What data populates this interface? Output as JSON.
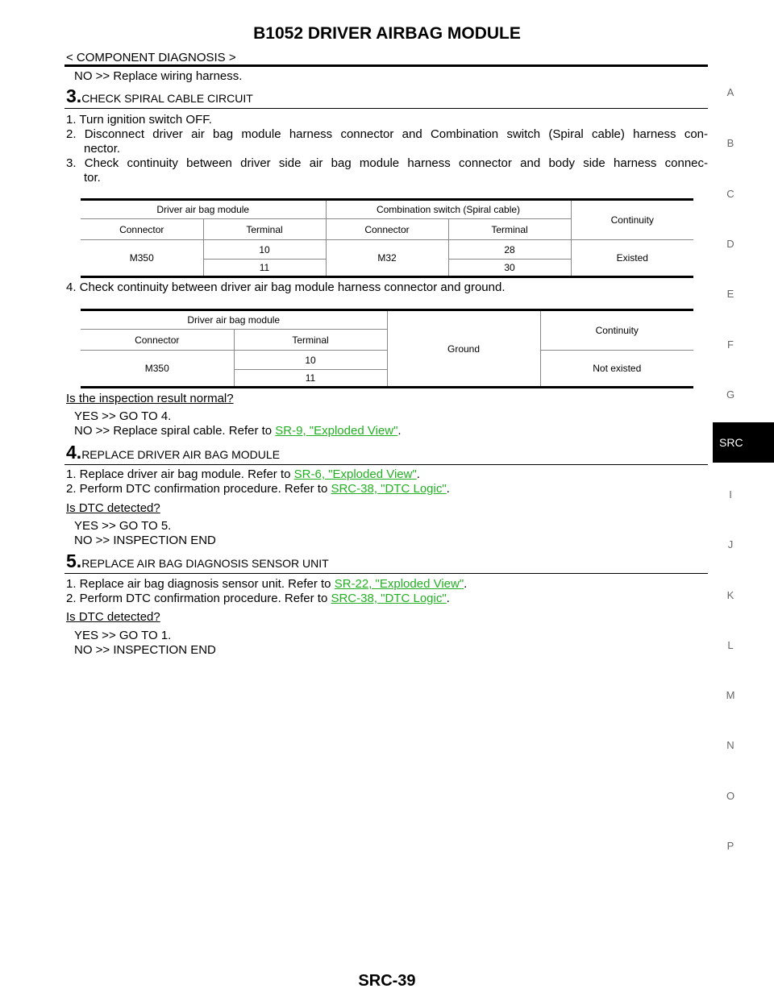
{
  "header": {
    "title": "B1052 DRIVER AIRBAG MODULE",
    "section": "< COMPONENT DIAGNOSIS >"
  },
  "side_tabs": [
    "A",
    "B",
    "C",
    "D",
    "E",
    "F",
    "G",
    "SRC",
    "I",
    "J",
    "K",
    "L",
    "M",
    "N",
    "O",
    "P"
  ],
  "intro_no": "NO     >> Replace wiring harness.",
  "step3": {
    "num": "3.",
    "title": "CHECK SPIRAL CABLE CIRCUIT",
    "items": [
      "1. Turn ignition switch OFF.",
      "2. Disconnect driver air bag module harness connector and Combination switch (Spiral cable) harness con-",
      "nector.",
      "3. Check continuity between driver side air bag module harness connector and body side harness connec-",
      "tor."
    ],
    "table1": {
      "h_module": "Driver air bag module",
      "h_switch": "Combination switch (Spiral cable)",
      "h_continuity": "Continuity",
      "h_connector": "Connector",
      "h_terminal": "Terminal",
      "h_connector2": "Connector",
      "h_terminal2": "Terminal",
      "module_connector": "M350",
      "module_terminals": [
        "10",
        "11"
      ],
      "switch_connector": "M32",
      "switch_terminals": [
        "28",
        "30"
      ],
      "result": "Existed"
    },
    "item4": "4. Check continuity between driver air bag module harness connector and ground.",
    "table2": {
      "h_module": "Driver air bag module",
      "h_connector": "Connector",
      "h_terminal": "Terminal",
      "ground": "Ground",
      "h_continuity": "Continuity",
      "connector": "M350",
      "terminals": [
        "10",
        "11"
      ],
      "result": "Not existed"
    },
    "question": "Is the inspection result normal?",
    "yes": "YES     >> GO TO 4.",
    "no_prefix": "NO      >> Replace spiral cable. Refer to ",
    "no_link": "SR-9, \"Exploded View\"",
    "no_suffix": "."
  },
  "step4": {
    "num": "4.",
    "title": "REPLACE DRIVER AIR BAG MODULE",
    "item1_prefix": "1. Replace driver air bag module. Refer to ",
    "item1_link": "SR-6, \"Exploded View\"",
    "item1_suffix": ".",
    "item2_prefix": "2. Perform DTC confirmation procedure. Refer to ",
    "item2_link": "SRC-38, \"DTC Logic\"",
    "item2_suffix": ".",
    "question": "Is DTC detected?",
    "yes": "YES     >> GO TO 5.",
    "no": "NO      >> INSPECTION END"
  },
  "step5": {
    "num": "5.",
    "title": "REPLACE AIR BAG DIAGNOSIS SENSOR UNIT",
    "item1_prefix": "1. Replace air bag diagnosis sensor unit. Refer to ",
    "item1_link": "SR-22, \"Exploded View\"",
    "item1_suffix": ".",
    "item2_prefix": "2. Perform DTC confirmation procedure. Refer to ",
    "item2_link": "SRC-38, \"DTC Logic\"",
    "item2_suffix": ".",
    "question": "Is DTC detected?",
    "yes": "YES     >> GO TO 1.",
    "no": "NO      >> INSPECTION END"
  },
  "footer": {
    "page": "SRC-39"
  }
}
